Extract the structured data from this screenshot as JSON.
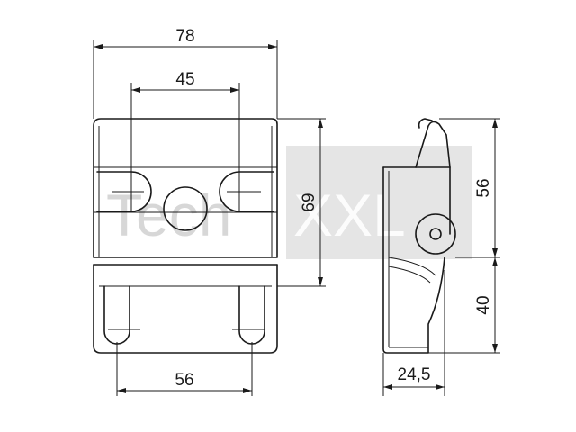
{
  "dimensions": {
    "front_overall_width": "78",
    "front_hole_spacing_top": "45",
    "front_height": "69",
    "front_hole_spacing_bottom": "56",
    "side_upper_height": "56",
    "side_lower_height": "40",
    "side_depth": "24,5"
  },
  "watermark": {
    "part1": "Tech",
    "part2": "XXL"
  }
}
